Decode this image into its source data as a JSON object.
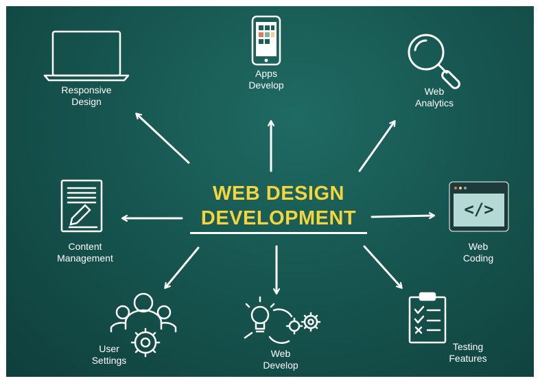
{
  "title": {
    "line1": "WEB DESIGN",
    "line2": "DEVELOPMENT"
  },
  "nodes": {
    "responsive_design": {
      "line1": "Responsive",
      "line2": "Design",
      "icon": "laptop-icon"
    },
    "apps_develop": {
      "line1": "Apps",
      "line2": "Develop",
      "icon": "smartphone-icon"
    },
    "web_analytics": {
      "line1": "Web",
      "line2": "Analytics",
      "icon": "magnifier-icon"
    },
    "content_management": {
      "line1": "Content",
      "line2": "Management",
      "icon": "document-edit-icon"
    },
    "web_coding": {
      "line1": "Web",
      "line2": "Coding",
      "icon": "code-window-icon"
    },
    "user_settings": {
      "line1": "User",
      "line2": "Settings",
      "icon": "users-gear-icon"
    },
    "web_develop": {
      "line1": "Web",
      "line2": "Develop",
      "icon": "idea-gears-icon"
    },
    "testing_features": {
      "line1": "Testing",
      "line2": "Features",
      "icon": "checklist-icon"
    }
  },
  "code_icon_text": "</>",
  "colors": {
    "background": "#175650",
    "title": "#f4d53c",
    "lines": "#ffffff",
    "code_screen": "#b5d9d4"
  }
}
